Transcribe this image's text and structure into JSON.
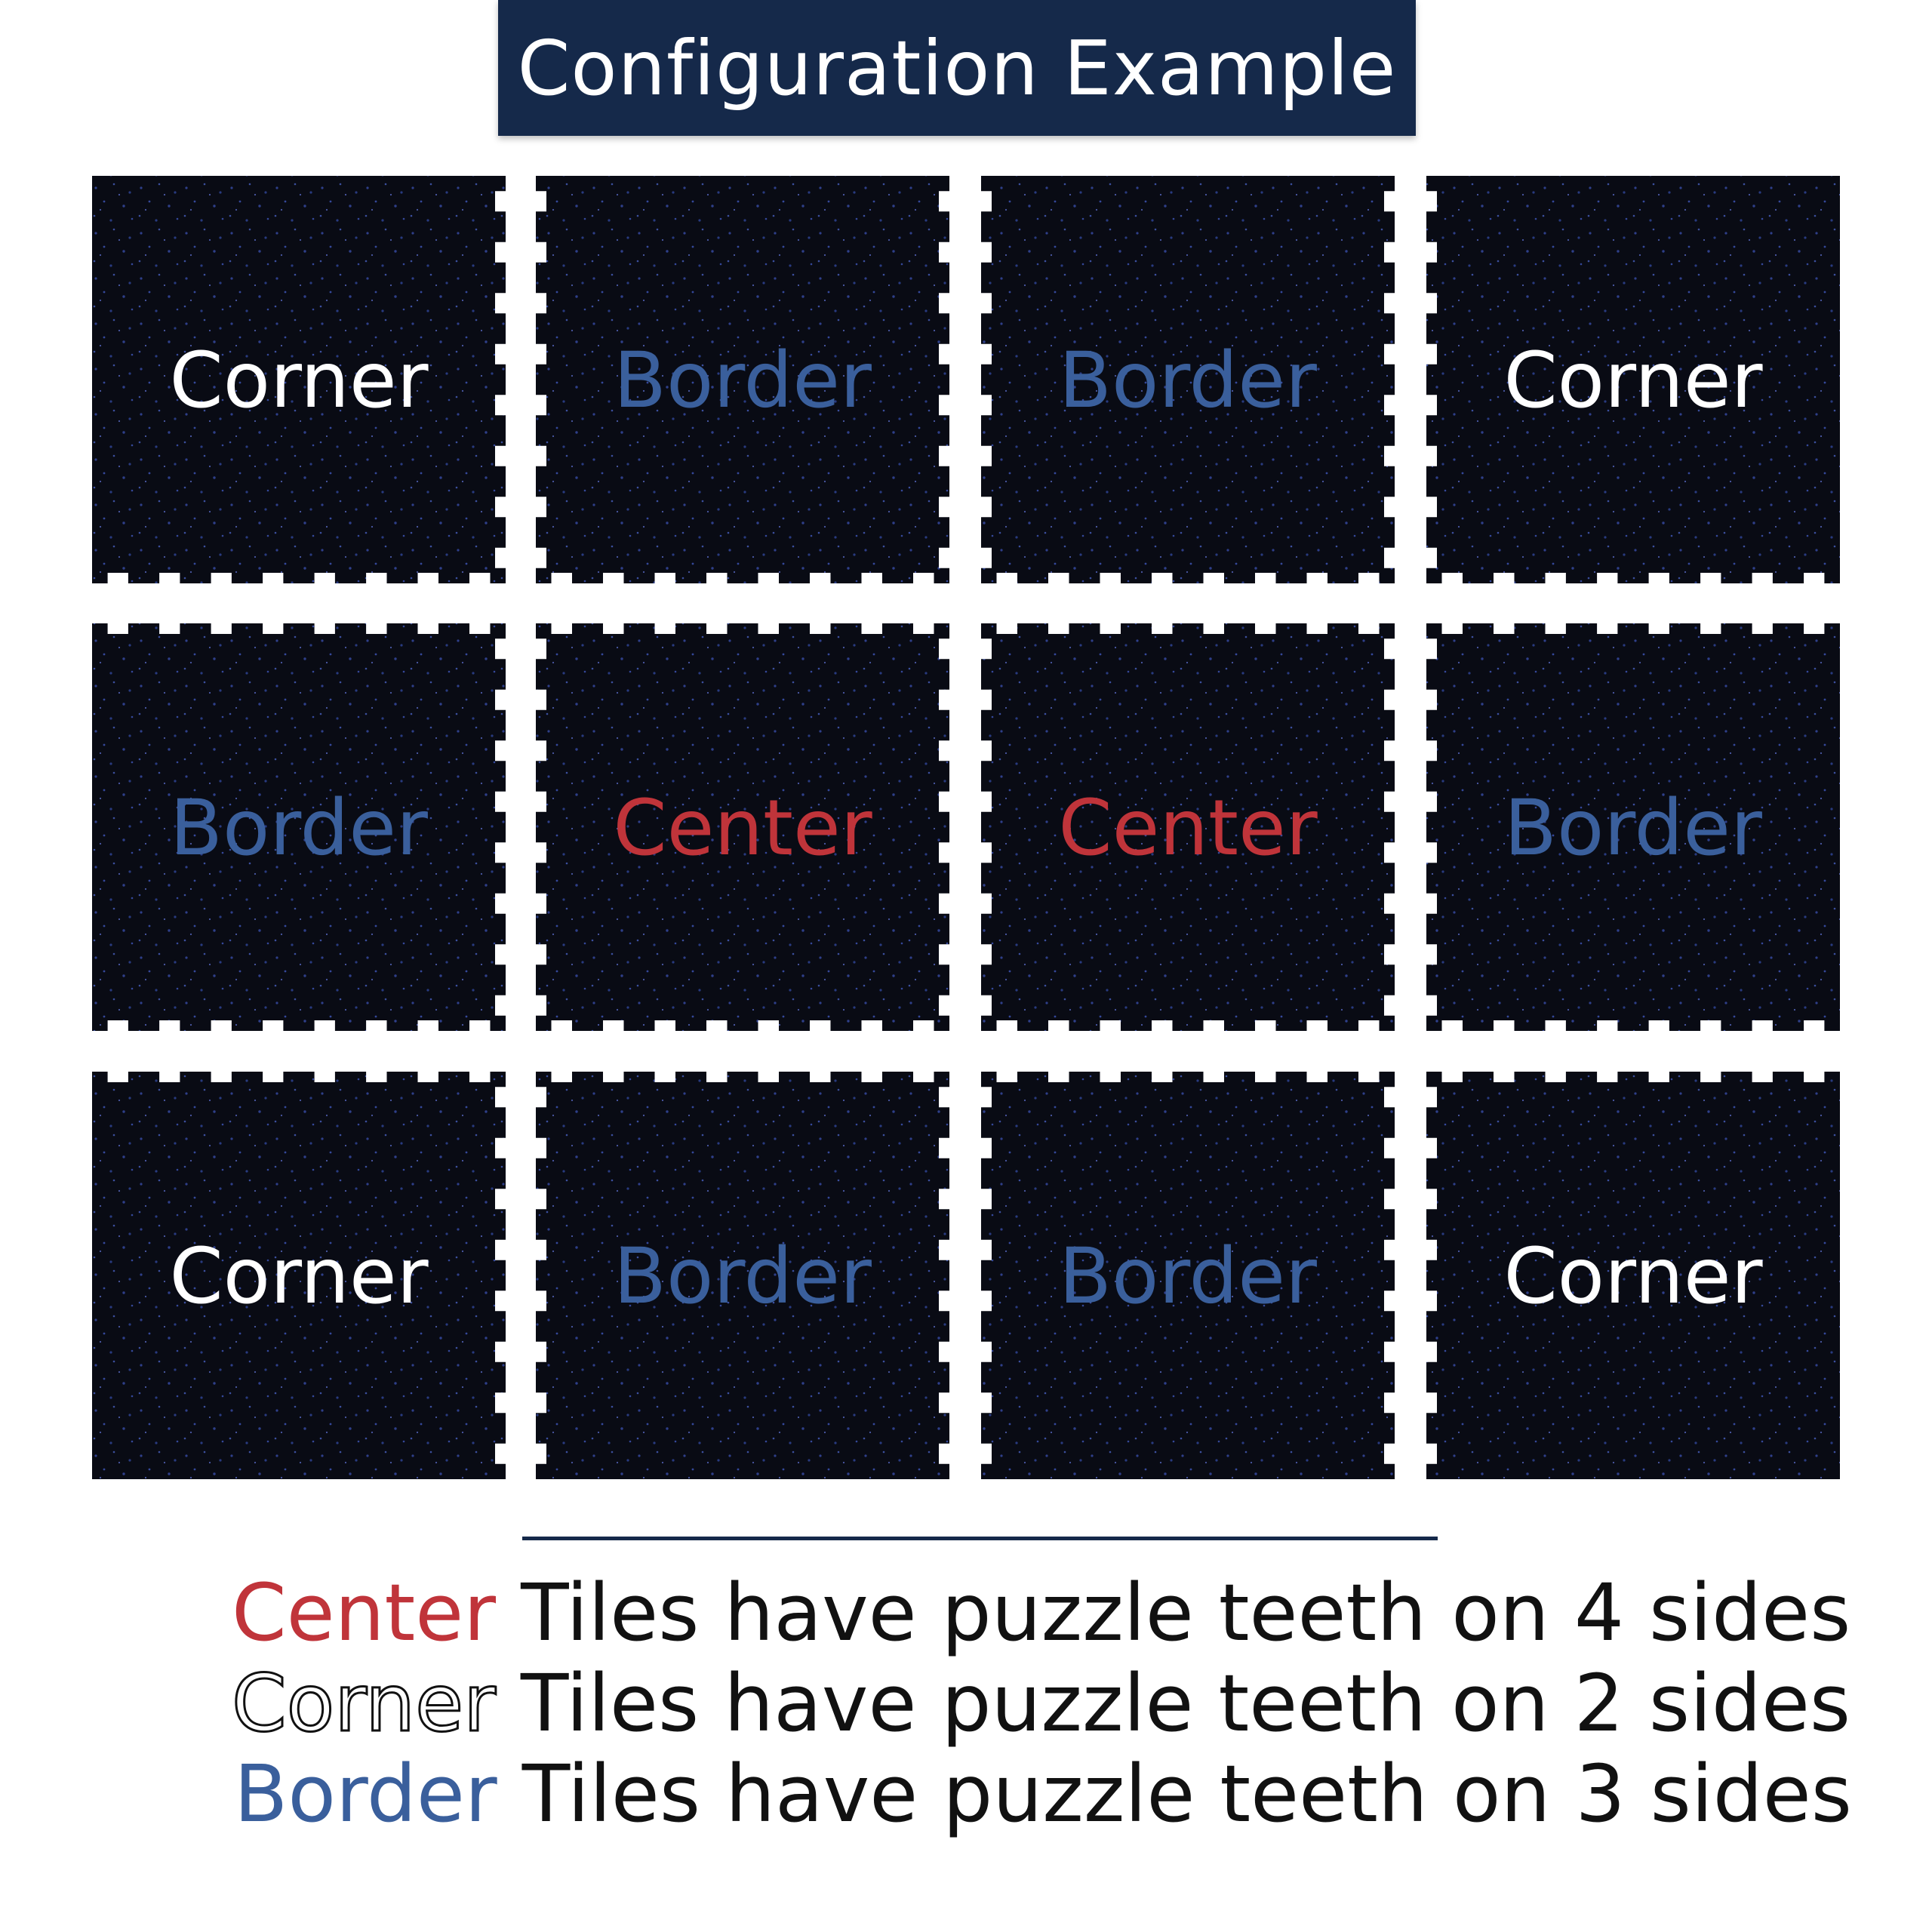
{
  "header": {
    "title": "Configuration Example"
  },
  "colors": {
    "corner": "#ffffff",
    "border": "#3a5f9c",
    "center": "#c0343a",
    "banner": "#15294a",
    "tile": "#090b14"
  },
  "tiles": [
    {
      "type": "corner",
      "label": "Corner"
    },
    {
      "type": "border",
      "label": "Border"
    },
    {
      "type": "border",
      "label": "Border"
    },
    {
      "type": "corner",
      "label": "Corner"
    },
    {
      "type": "border",
      "label": "Border"
    },
    {
      "type": "center",
      "label": "Center"
    },
    {
      "type": "center",
      "label": "Center"
    },
    {
      "type": "border",
      "label": "Border"
    },
    {
      "type": "corner",
      "label": "Corner"
    },
    {
      "type": "border",
      "label": "Border"
    },
    {
      "type": "border",
      "label": "Border"
    },
    {
      "type": "corner",
      "label": "Corner"
    }
  ],
  "legend": [
    {
      "keyword": "Center",
      "type": "center",
      "text": " Tiles have puzzle teeth on 4 sides"
    },
    {
      "keyword": "Corner",
      "type": "corner",
      "text": " Tiles have puzzle teeth on 2 sides"
    },
    {
      "keyword": "Border",
      "type": "border",
      "text": " Tiles have puzzle teeth on 3 sides"
    }
  ]
}
